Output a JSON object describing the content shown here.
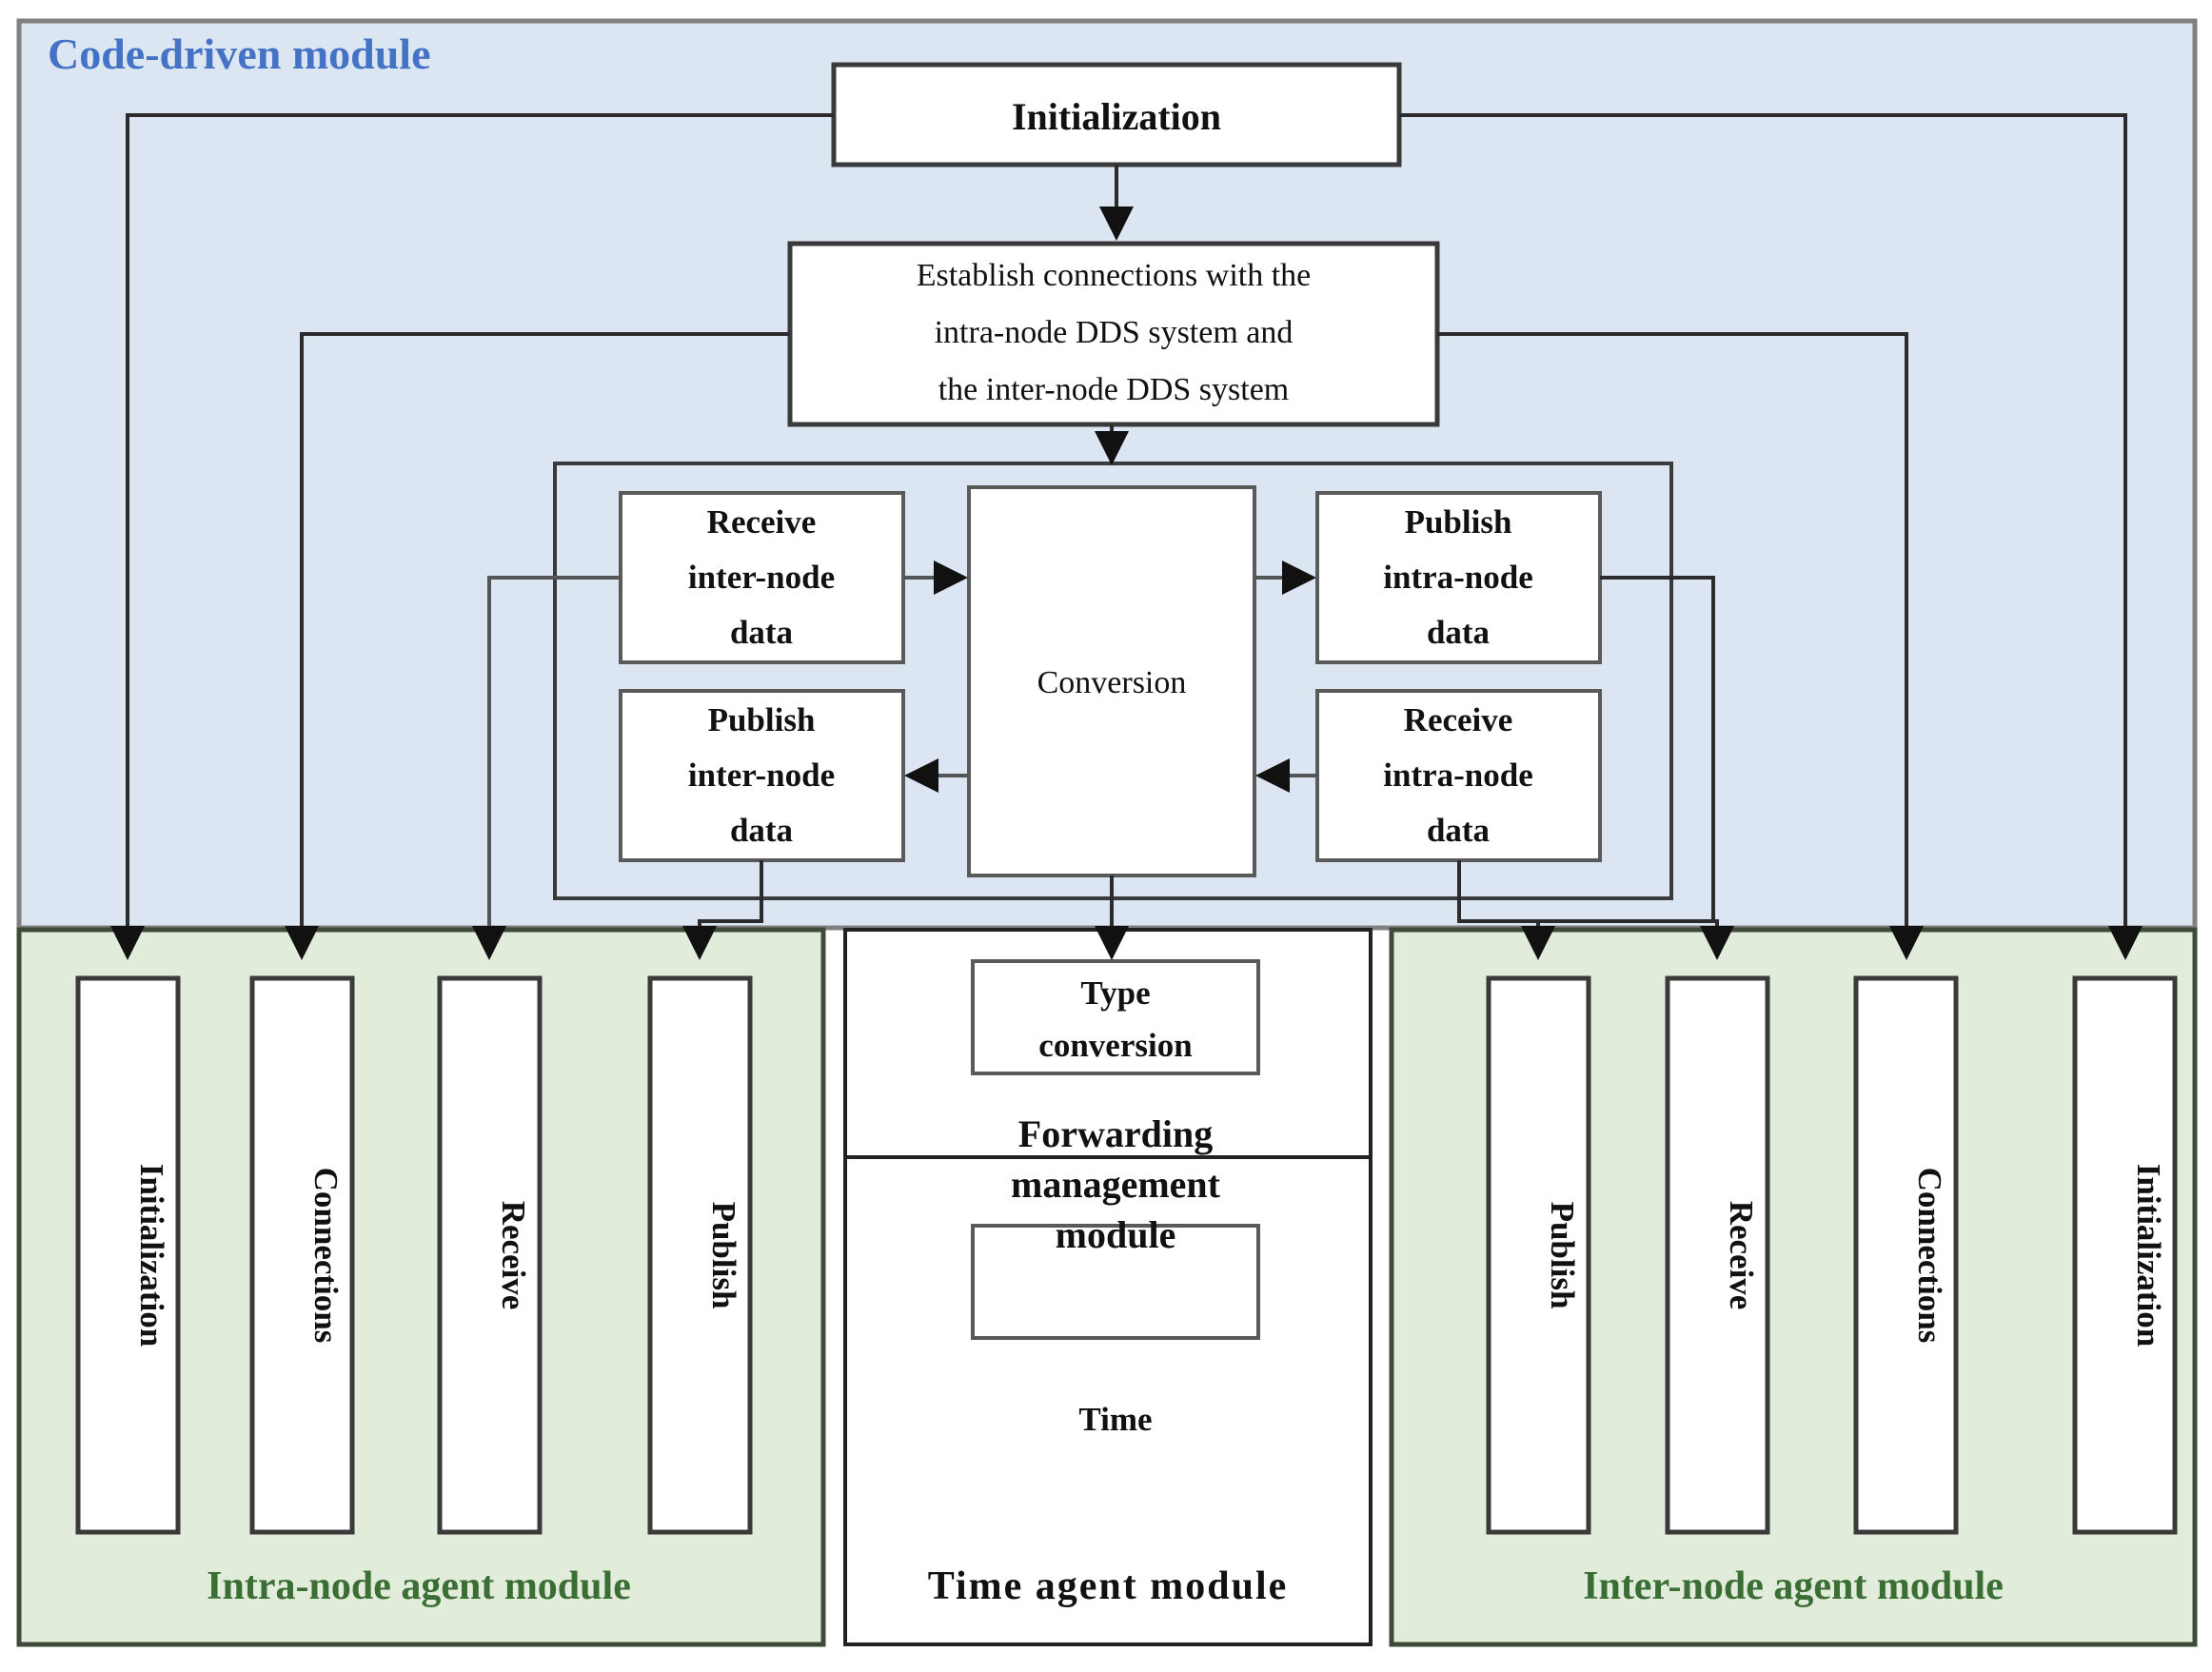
{
  "diagram": {
    "title_code_driven": "Code-driven module",
    "panels": {
      "code_driven": "Code-driven module",
      "intra_node": "Intra-node agent module",
      "time_agent": "Time agent module",
      "inter_node": "Inter-node agent module",
      "forwarding": "Forwarding management module"
    },
    "colors": {
      "code_driven_bg": "#dce6f2",
      "agent_bg": "#e2ecda",
      "code_driven_title": "#4472c4",
      "agent_title": "#3b6e35",
      "box_fill": "#ffffff",
      "line": "#2b2b2b"
    },
    "nodes": {
      "initialization_top": "Initialization",
      "establish": "Establish connections with the intra-node DDS system and the inter-node DDS system",
      "establish_line1": "Establish connections with the",
      "establish_line2": "intra-node DDS system and",
      "establish_line3": "the inter-node DDS system",
      "receive_inter": {
        "l1": "Receive",
        "l2": "inter-node",
        "l3": "data"
      },
      "publish_inter": {
        "l1": "Publish",
        "l2": "inter-node",
        "l3": "data"
      },
      "conversion": "Conversion",
      "publish_intra": {
        "l1": "Publish",
        "l2": "intra-node",
        "l3": "data"
      },
      "receive_intra": {
        "l1": "Receive",
        "l2": "intra-node",
        "l3": "data"
      },
      "type_conversion": {
        "l1": "Type",
        "l2": "conversion"
      },
      "time": "Time"
    },
    "intra_node_boxes": [
      {
        "label": "Initialization"
      },
      {
        "label": "Connections"
      },
      {
        "label": "Receive"
      },
      {
        "label": "Publish"
      }
    ],
    "inter_node_boxes": [
      {
        "label": "Publish"
      },
      {
        "label": "Receive"
      },
      {
        "label": "Connections"
      },
      {
        "label": "Initialization"
      }
    ],
    "forwarding_lines": [
      "Forwarding",
      "management",
      "module"
    ]
  }
}
